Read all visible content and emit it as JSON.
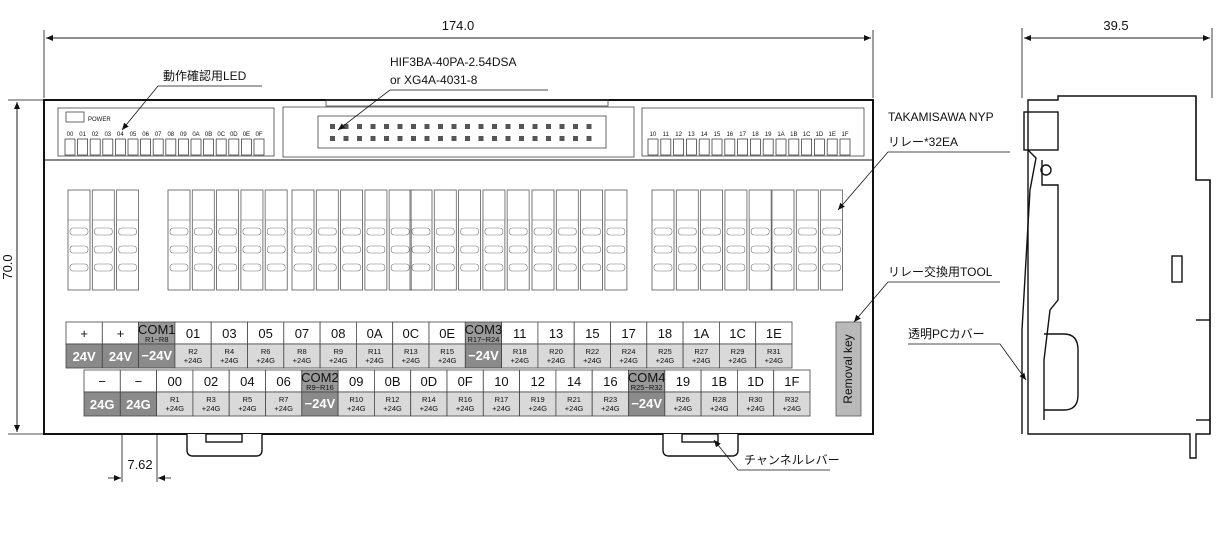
{
  "dimensions": {
    "width": "174.0",
    "height": "70.0",
    "pitch": "7.62",
    "depth": "39.5"
  },
  "annotations": {
    "led": "動作確認用LED",
    "connector_line1": "HIF3BA-40PA-2.54DSA",
    "connector_line2": "or XG4A-4031-8",
    "relay_line1": "TAKAMISAWA NYP",
    "relay_line2": "リレー*32EA",
    "tool": "リレー交換用TOOL",
    "cover": "透明PCカバー",
    "lever": "チャンネルレバー"
  },
  "power_label": "POWER",
  "led_labels_left": [
    "00",
    "01",
    "02",
    "03",
    "04",
    "05",
    "06",
    "07",
    "08",
    "09",
    "0A",
    "0B",
    "0C",
    "0D",
    "0E",
    "0F"
  ],
  "led_labels_right": [
    "10",
    "11",
    "12",
    "13",
    "14",
    "15",
    "16",
    "17",
    "18",
    "19",
    "1A",
    "1B",
    "1C",
    "1D",
    "1E",
    "1F"
  ],
  "removal_key": "Removal key",
  "top_row": [
    {
      "top": "+",
      "bottom": "24V",
      "style": "power"
    },
    {
      "top": "+",
      "bottom": "24V",
      "style": "power"
    },
    {
      "top": "COM1",
      "sub": "R1~R8",
      "bottom": "−24V",
      "style": "com"
    },
    {
      "top": "01",
      "bottom": "R2",
      "bottom2": "+24G",
      "style": "ch"
    },
    {
      "top": "03",
      "bottom": "R4",
      "bottom2": "+24G",
      "style": "ch"
    },
    {
      "top": "05",
      "bottom": "R6",
      "bottom2": "+24G",
      "style": "ch"
    },
    {
      "top": "07",
      "bottom": "R8",
      "bottom2": "+24G",
      "style": "ch"
    },
    {
      "top": "08",
      "bottom": "R9",
      "bottom2": "+24G",
      "style": "ch"
    },
    {
      "top": "0A",
      "bottom": "R11",
      "bottom2": "+24G",
      "style": "ch"
    },
    {
      "top": "0C",
      "bottom": "R13",
      "bottom2": "+24G",
      "style": "ch"
    },
    {
      "top": "0E",
      "bottom": "R15",
      "bottom2": "+24G",
      "style": "ch"
    },
    {
      "top": "COM3",
      "sub": "R17~R24",
      "bottom": "−24V",
      "style": "com"
    },
    {
      "top": "11",
      "bottom": "R18",
      "bottom2": "+24G",
      "style": "ch"
    },
    {
      "top": "13",
      "bottom": "R20",
      "bottom2": "+24G",
      "style": "ch"
    },
    {
      "top": "15",
      "bottom": "R22",
      "bottom2": "+24G",
      "style": "ch"
    },
    {
      "top": "17",
      "bottom": "R24",
      "bottom2": "+24G",
      "style": "ch"
    },
    {
      "top": "18",
      "bottom": "R25",
      "bottom2": "+24G",
      "style": "ch"
    },
    {
      "top": "1A",
      "bottom": "R27",
      "bottom2": "+24G",
      "style": "ch"
    },
    {
      "top": "1C",
      "bottom": "R29",
      "bottom2": "+24G",
      "style": "ch"
    },
    {
      "top": "1E",
      "bottom": "R31",
      "bottom2": "+24G",
      "style": "ch"
    }
  ],
  "bottom_row": [
    {
      "top": "−",
      "bottom": "24G",
      "style": "power"
    },
    {
      "top": "−",
      "bottom": "24G",
      "style": "power"
    },
    {
      "top": "00",
      "bottom": "R1",
      "bottom2": "+24G",
      "style": "ch"
    },
    {
      "top": "02",
      "bottom": "R3",
      "bottom2": "+24G",
      "style": "ch"
    },
    {
      "top": "04",
      "bottom": "R5",
      "bottom2": "+24G",
      "style": "ch"
    },
    {
      "top": "06",
      "bottom": "R7",
      "bottom2": "+24G",
      "style": "ch"
    },
    {
      "top": "COM2",
      "sub": "R9~R16",
      "bottom": "−24V",
      "style": "com"
    },
    {
      "top": "09",
      "bottom": "R10",
      "bottom2": "+24G",
      "style": "ch"
    },
    {
      "top": "0B",
      "bottom": "R12",
      "bottom2": "+24G",
      "style": "ch"
    },
    {
      "top": "0D",
      "bottom": "R14",
      "bottom2": "+24G",
      "style": "ch"
    },
    {
      "top": "0F",
      "bottom": "R16",
      "bottom2": "+24G",
      "style": "ch"
    },
    {
      "top": "10",
      "bottom": "R17",
      "bottom2": "+24G",
      "style": "ch"
    },
    {
      "top": "12",
      "bottom": "R19",
      "bottom2": "+24G",
      "style": "ch"
    },
    {
      "top": "14",
      "bottom": "R21",
      "bottom2": "+24G",
      "style": "ch"
    },
    {
      "top": "16",
      "bottom": "R23",
      "bottom2": "+24G",
      "style": "ch"
    },
    {
      "top": "COM4",
      "sub": "R25~R32",
      "bottom": "−24V",
      "style": "com"
    },
    {
      "top": "19",
      "bottom": "R26",
      "bottom2": "+24G",
      "style": "ch"
    },
    {
      "top": "1B",
      "bottom": "R28",
      "bottom2": "+24G",
      "style": "ch"
    },
    {
      "top": "1D",
      "bottom": "R30",
      "bottom2": "+24G",
      "style": "ch"
    },
    {
      "top": "1F",
      "bottom": "R32",
      "bottom2": "+24G",
      "style": "ch"
    }
  ]
}
